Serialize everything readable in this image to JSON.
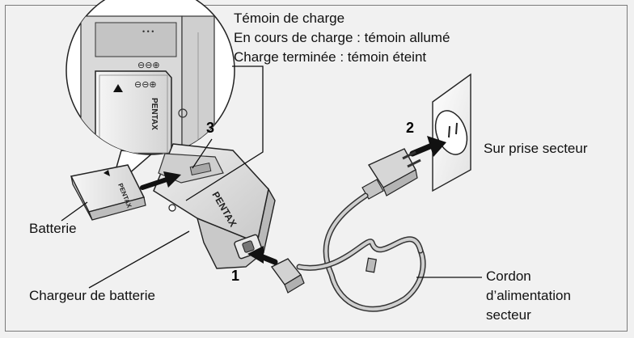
{
  "labels": {
    "temoin_title": "Témoin de charge",
    "temoin_line1": "En cours de charge : témoin allumé",
    "temoin_line2": "Charge terminée : témoin éteint",
    "outlet": "Sur prise secteur",
    "battery": "Batterie",
    "charger": "Chargeur de batterie",
    "cord_line1": "Cordon",
    "cord_line2": "d’alimentation",
    "cord_line3": "secteur"
  },
  "steps": {
    "one": "1",
    "two": "2",
    "three": "3"
  },
  "device": {
    "brand_charger": "PENTAX",
    "brand_battery": "PENTAX",
    "battery_symbols": "⊖⊖⊕",
    "charger_symbols": "⊖⊖⊕"
  },
  "colors": {
    "background": "#f1f1f1",
    "device": "#dcdcdc",
    "outline": "#222222",
    "arrow": "#111111"
  }
}
